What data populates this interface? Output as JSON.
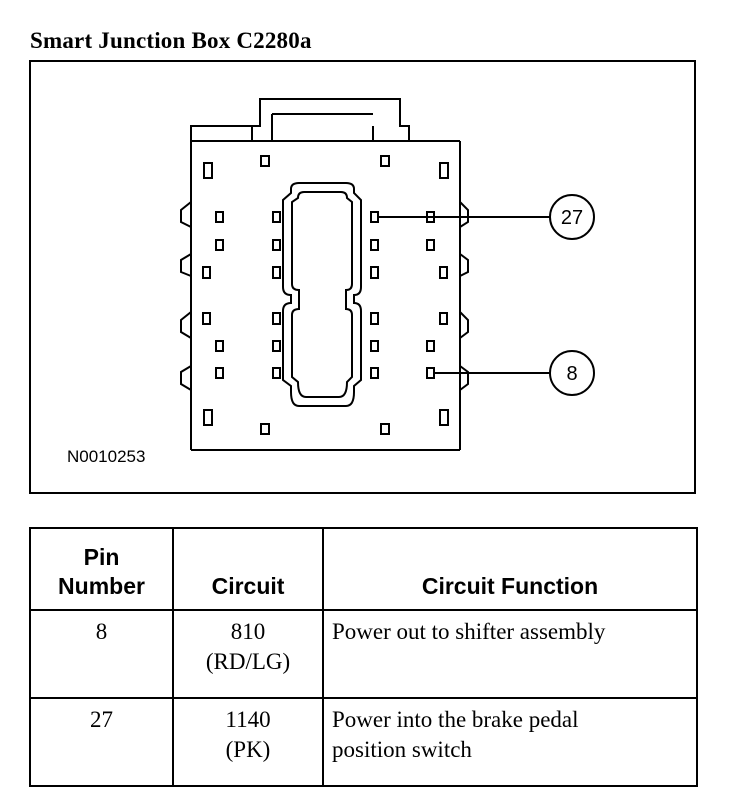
{
  "title": "Smart Junction Box C2280a",
  "figure": {
    "id": "N0010253",
    "callouts": [
      {
        "pin": "27"
      },
      {
        "pin": "8"
      }
    ]
  },
  "table": {
    "headers": {
      "pin_line1": "Pin",
      "pin_line2": "Number",
      "circuit": "Circuit",
      "function": "Circuit Function"
    },
    "rows": [
      {
        "pin": "8",
        "circuit_number": "810",
        "circuit_color": "(RD/LG)",
        "function_line1": "Power out to shifter assembly",
        "function_line2": ""
      },
      {
        "pin": "27",
        "circuit_number": "1140",
        "circuit_color": "(PK)",
        "function_line1": "Power into the brake pedal",
        "function_line2": "position switch"
      }
    ]
  }
}
